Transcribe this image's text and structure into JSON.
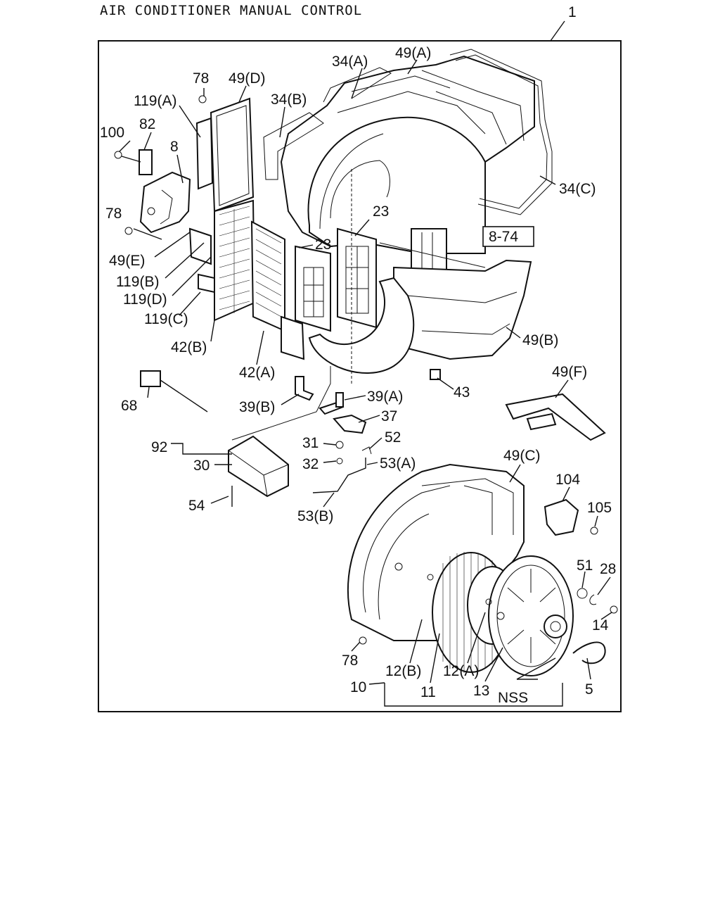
{
  "title": "AIR CONDITIONER MANUAL CONTROL",
  "assembly_number": "1",
  "ref_box": "8-74",
  "labels": {
    "l34a": "34(A)",
    "l49a": "49(A)",
    "l78a": "78",
    "l49d": "49(D)",
    "l34b": "34(B)",
    "l119a": "119(A)",
    "l100": "100",
    "l82": "82",
    "l8": "8",
    "l34c": "34(C)",
    "l78b": "78",
    "l23a": "23",
    "l23b": "23",
    "l49e": "49(E)",
    "l119b": "119(B)",
    "l119d": "119(D)",
    "l119c": "119(C)",
    "l49b": "49(B)",
    "l42b": "42(B)",
    "l42a": "42(A)",
    "l43": "43",
    "l49f": "49(F)",
    "l39a": "39(A)",
    "l68": "68",
    "l39b": "39(B)",
    "l37": "37",
    "l92": "92",
    "l31": "31",
    "l52": "52",
    "l30": "30",
    "l32": "32",
    "l53a": "53(A)",
    "l49c": "49(C)",
    "l104": "104",
    "l54": "54",
    "l53b": "53(B)",
    "l105": "105",
    "l51": "51",
    "l28": "28",
    "l14": "14",
    "l78c": "78",
    "l12b": "12(B)",
    "l12a": "12(A)",
    "l10": "10",
    "l11": "11",
    "l13": "13",
    "l5": "5",
    "lnss": "NSS"
  }
}
